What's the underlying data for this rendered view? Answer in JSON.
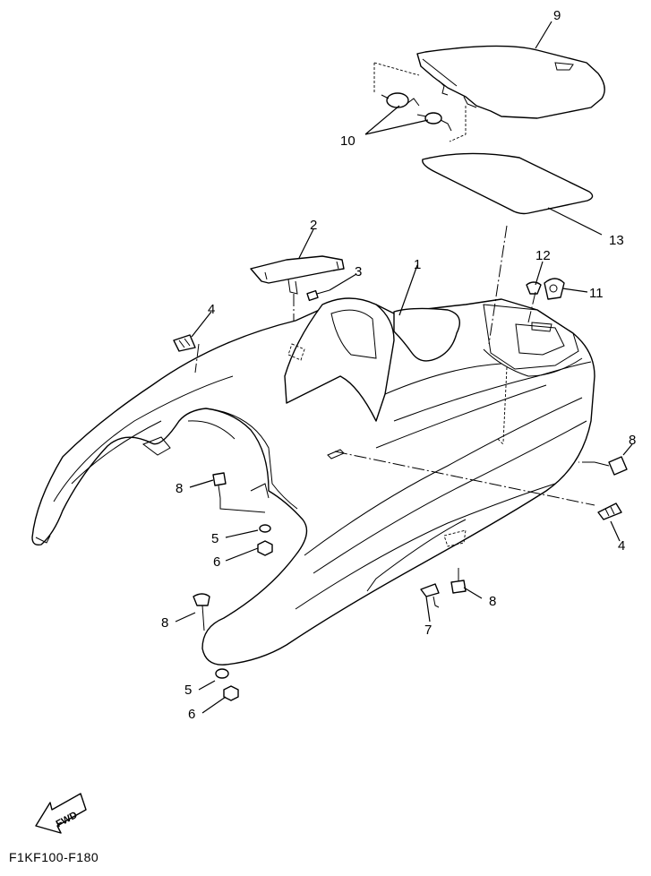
{
  "callouts": {
    "c1": "1",
    "c2": "2",
    "c3": "3",
    "c4a": "4",
    "c4b": "4",
    "c5a": "5",
    "c5b": "5",
    "c6a": "6",
    "c6b": "6",
    "c7": "7",
    "c8a": "8",
    "c8b": "8",
    "c8c": "8",
    "c8d": "8",
    "c9": "9",
    "c10": "10",
    "c11": "11",
    "c12": "12",
    "c13": "13"
  },
  "fwd_label": "FWD",
  "figure_code": "F1KF100-F180",
  "icons": {
    "fwd_arrow": "fwd-arrow-icon"
  }
}
